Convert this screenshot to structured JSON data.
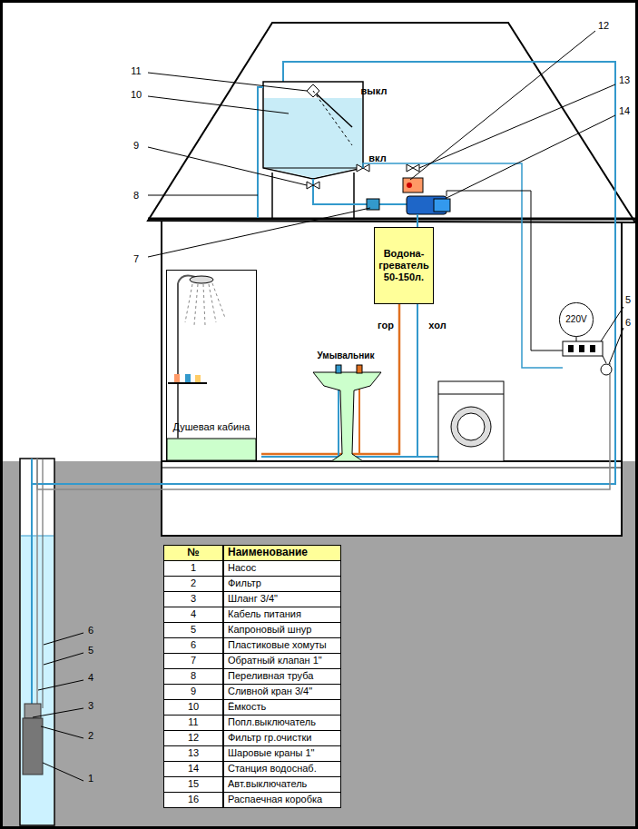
{
  "diagram": {
    "nodes": [
      {
        "text": [
          "Водона- греватель 50-150л."
        ]
      },
      {
        "text": [
          "220V"
        ]
      },
      {
        "text": [
          "Душевая кабина"
        ]
      }
    ],
    "labels": [
      "12",
      "11",
      "13",
      "10",
      "14",
      "9",
      "8",
      "7",
      "5",
      "6",
      "выкл",
      "вкл",
      "гор",
      "хол",
      "Умывальник",
      "6",
      "5",
      "4",
      "3",
      "2",
      "1",
      "№",
      "Наименование",
      "1",
      "Насос",
      "2",
      "Фильтр",
      "3",
      "Шланг 3/4\"",
      "4",
      "Кабель питания",
      "5",
      "Капроновый шнур",
      "6",
      "Пластиковые хомуты",
      "7",
      "Обратный клапан 1\"",
      "8",
      "Переливная труба",
      "9",
      "Сливной кран 3/4\"",
      "10",
      "Ёмкость",
      "11",
      "Попл.выключатель",
      "12",
      "Фильтр гр.очистки",
      "13",
      "Шаровые краны 1\"",
      "14",
      "Станция водоснаб.",
      "15",
      "Авт.выключатель",
      "16",
      "Распаечная коробка"
    ]
  }
}
